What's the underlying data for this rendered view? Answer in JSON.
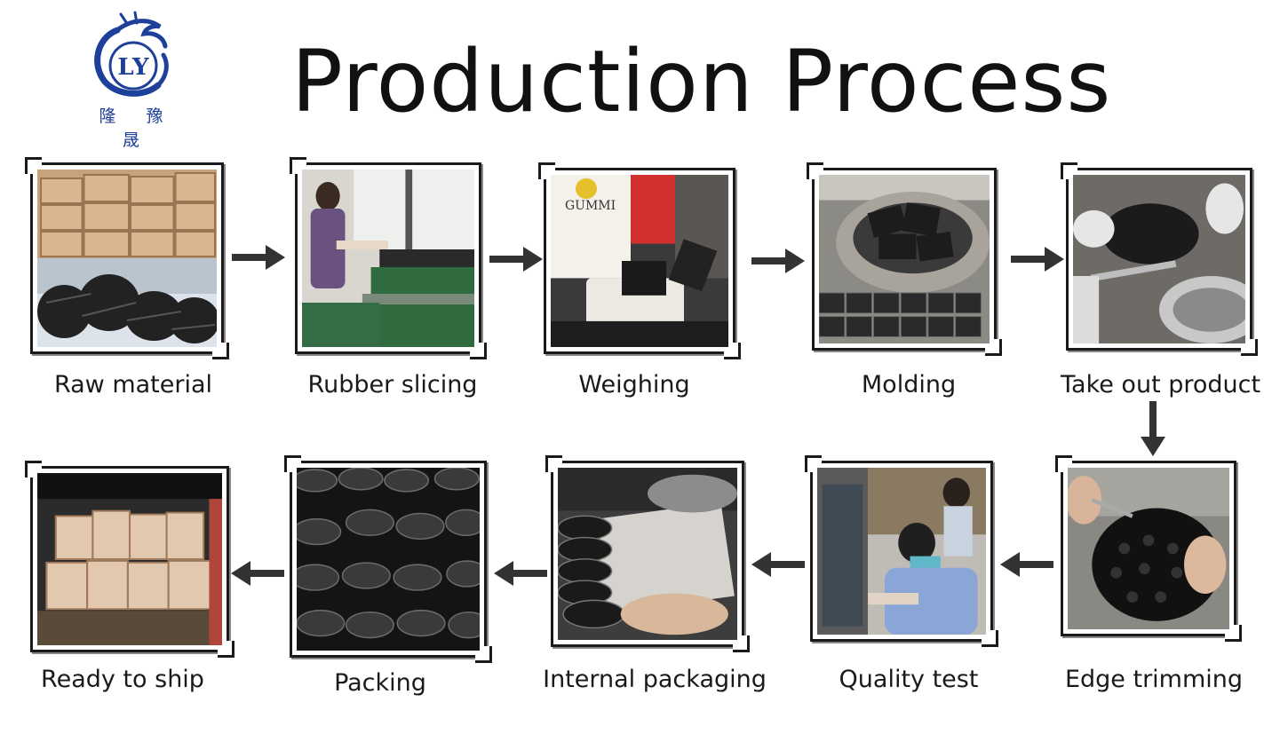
{
  "header": {
    "title": "Production Process",
    "logo_monogram": "LY",
    "logo_text": "隆 豫 晟"
  },
  "colors": {
    "title": "#111111",
    "logo_blue": "#1e3f9a",
    "arrow": "#333333"
  },
  "steps": [
    {
      "id": "raw-material",
      "label": "Raw material"
    },
    {
      "id": "rubber-slicing",
      "label": "Rubber slicing"
    },
    {
      "id": "weighing",
      "label": "Weighing"
    },
    {
      "id": "molding",
      "label": "Molding"
    },
    {
      "id": "take-out-product",
      "label": "Take out product"
    },
    {
      "id": "edge-trimming",
      "label": "Edge trimming"
    },
    {
      "id": "quality-test",
      "label": "Quality test"
    },
    {
      "id": "internal-packaging",
      "label": "Internal packaging"
    },
    {
      "id": "packing",
      "label": "Packing"
    },
    {
      "id": "ready-to-ship",
      "label": "Ready to ship"
    }
  ]
}
